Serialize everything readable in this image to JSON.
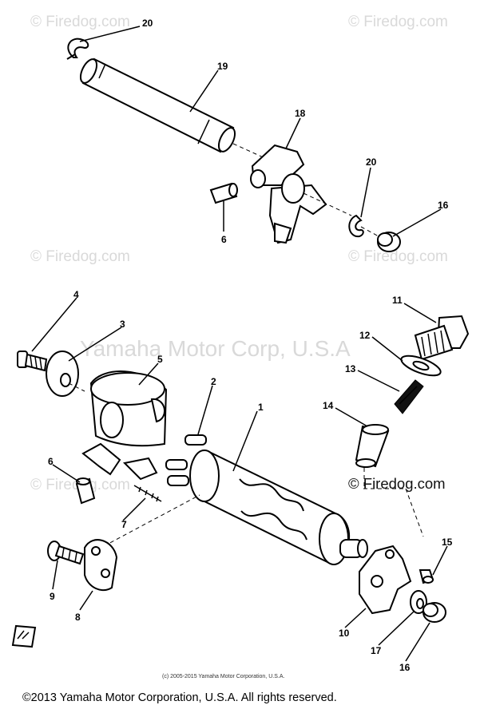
{
  "watermarks": {
    "firedog": "© Firedog.com",
    "yamaha": "Yamaha Motor Corp, U.S.A",
    "firedog_dark": "© Firedog.com"
  },
  "callouts": {
    "c20a": "20",
    "c19": "19",
    "c18": "18",
    "c20b": "20",
    "c16a": "16",
    "c6a": "6",
    "c4": "4",
    "c3": "3",
    "c5": "5",
    "c2": "2",
    "c1": "1",
    "c6b": "6",
    "c7": "7",
    "c11": "11",
    "c12": "12",
    "c13": "13",
    "c14": "14",
    "c15": "15",
    "c9": "9",
    "c8": "8",
    "c10": "10",
    "c17": "17",
    "c16b": "16"
  },
  "footer": {
    "small_copyright": "(c) 2005-2015 Yamaha Motor Corporation, U.S.A.",
    "copyright": "©2013 Yamaha Motor Corporation, U.S.A. All rights reserved."
  },
  "colors": {
    "line": "#000000",
    "watermark": "#d9d9d9",
    "background": "#ffffff"
  }
}
